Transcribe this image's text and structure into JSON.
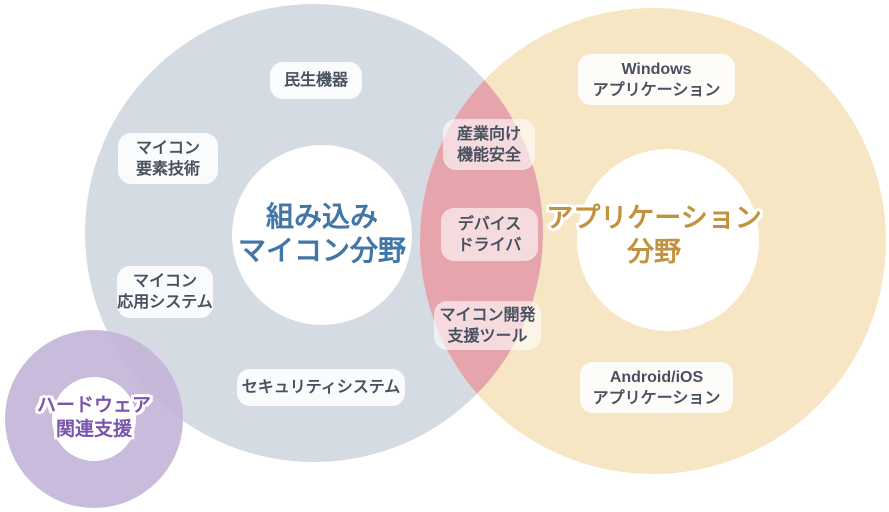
{
  "diagram": {
    "left_field": {
      "title_lines": [
        "組み込み",
        "マイコン分野"
      ],
      "title_color": "#4077a7",
      "circle_color": "#d5dbe3",
      "inner_circle_color": "#ffffff",
      "items": [
        {
          "lines": [
            "民生機器",
            ""
          ]
        },
        {
          "lines": [
            "マイコン",
            "要素技術"
          ]
        },
        {
          "lines": [
            "マイコン",
            "応用システム"
          ]
        },
        {
          "lines": [
            "セキュリティシステム",
            ""
          ]
        }
      ]
    },
    "overlap": {
      "lens_color": "#e6a5ac",
      "items": [
        {
          "lines": [
            "産業向け",
            "機能安全"
          ]
        },
        {
          "lines": [
            "デバイス",
            "ドライバ"
          ]
        },
        {
          "lines": [
            "マイコン開発",
            "支援ツール"
          ]
        }
      ]
    },
    "right_field": {
      "title_lines": [
        "アプリケーション",
        "分野"
      ],
      "title_color": "#c29240",
      "circle_color": "#f7e6c4",
      "inner_circle_color": "#ffffff",
      "items": [
        {
          "lines": [
            "Windows",
            "アプリケーション"
          ]
        },
        {
          "lines": [
            "Android/iOS",
            "アプリケーション"
          ]
        }
      ]
    },
    "hardware_support": {
      "title_lines": [
        "ハードウェア",
        "関連支援"
      ],
      "title_color": "#7a55ad",
      "ring_color": "#c4b5d8",
      "hole_color": "#ffffff"
    }
  }
}
